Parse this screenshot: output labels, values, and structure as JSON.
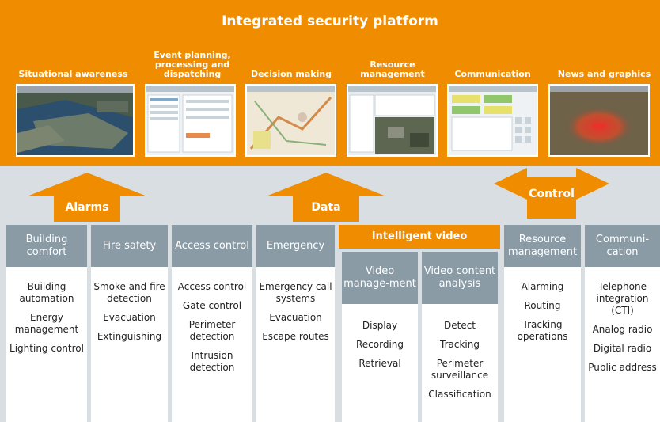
{
  "platform": {
    "title": "Integrated security platform",
    "modules": [
      {
        "label": "Situational awareness",
        "screenshot": "city-aerial-map"
      },
      {
        "label": "Event planning, processing and dispatching",
        "screenshot": "dispatch-forms"
      },
      {
        "label": "Decision making",
        "screenshot": "street-map"
      },
      {
        "label": "Resource management",
        "screenshot": "satellite-view"
      },
      {
        "label": "Communication",
        "screenshot": "phone-panel"
      },
      {
        "label": "News and graphics",
        "screenshot": "heat-map"
      }
    ]
  },
  "arrows": {
    "alarms": "Alarms",
    "data": "Data",
    "control": "Control"
  },
  "columns": [
    {
      "title": "Building comfort",
      "items": [
        "Building automation",
        "Energy management",
        "Lighting control"
      ]
    },
    {
      "title": "Fire safety",
      "items": [
        "Smoke and fire detection",
        "Evacuation",
        "Extinguishing"
      ]
    },
    {
      "title": "Access control",
      "items": [
        "Access control",
        "Gate control",
        "Perimeter detection",
        "Intrusion detection"
      ]
    },
    {
      "title": "Emergency",
      "items": [
        "Emergency call systems",
        "Evacuation",
        "Escape routes"
      ]
    },
    {
      "title": "Intelligent video",
      "subcolumns": [
        {
          "title": "Video manage-ment",
          "items": [
            "Display",
            "Recording",
            "Retrieval"
          ]
        },
        {
          "title": "Video content analysis",
          "items": [
            "Detect",
            "Tracking",
            "Perimeter surveillance",
            "Classification"
          ]
        }
      ]
    },
    {
      "title": "Resource management",
      "items": [
        "Alarming",
        "Routing",
        "Tracking operations"
      ]
    },
    {
      "title": "Communi-cation",
      "items": [
        "Telephone integration (CTI)",
        "Analog radio",
        "Digital radio",
        "Public address"
      ]
    }
  ],
  "colors": {
    "orange": "#f08c00",
    "grey_header": "#8a9ba6",
    "background": "#d9dee2"
  }
}
